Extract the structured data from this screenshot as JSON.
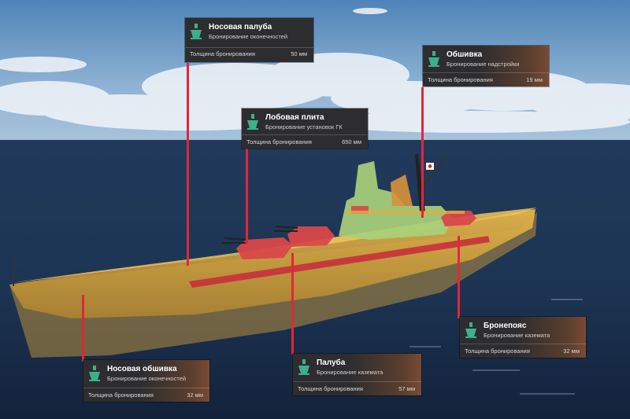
{
  "thickness_label": "Толщина бронирования",
  "zones": [
    {
      "title": "Носовая палуба",
      "subtitle": "Бронирование оконечностей",
      "value": "50 мм",
      "icon": "armor-zone-icon",
      "accent": "#3db08a"
    },
    {
      "title": "Обшивка",
      "subtitle": "Бронирование надстройки",
      "value": "19 мм",
      "icon": "armor-zone-icon",
      "accent": "#3db08a"
    },
    {
      "title": "Лобовая плита",
      "subtitle": "Бронирование установок ГК",
      "value": "650 мм",
      "icon": "armor-zone-icon",
      "accent": "#3db08a"
    },
    {
      "title": "Бронепояс",
      "subtitle": "Бронирование каземата",
      "value": "32 мм",
      "icon": "armor-zone-icon",
      "accent": "#3db08a"
    },
    {
      "title": "Носовая обшивка",
      "subtitle": "Бронирование оконечностей",
      "value": "32 мм",
      "icon": "armor-zone-icon",
      "accent": "#3db08a"
    },
    {
      "title": "Палуба",
      "subtitle": "Бронирование каземата",
      "value": "57 мм",
      "icon": "armor-zone-icon",
      "accent": "#3db08a"
    }
  ],
  "colors": {
    "leader_line": "#e2263a",
    "armor_light": "#e8b84a",
    "armor_mid": "#d89a3a",
    "armor_heavy": "#d8474a",
    "superstructure": "#a8d07a"
  }
}
